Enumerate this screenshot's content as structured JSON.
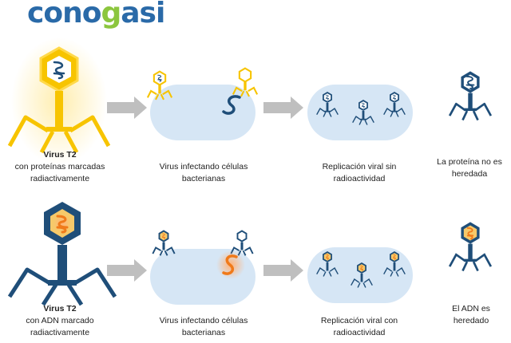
{
  "brand": {
    "name_part1": "cono",
    "name_part2": "g",
    "name_part3": "asi"
  },
  "colors": {
    "phage": "#1f4e79",
    "label_yellow": "#f7c400",
    "label_orange": "#f07a1a",
    "cell": "#d6e6f5",
    "arrow": "#bfbfbf"
  },
  "row1": {
    "virus_title": "Virus T2",
    "virus_desc": "con proteínas marcadas radiactivamente",
    "step2": "Virus infectando células bacterianas",
    "step3": "Replicación viral sin radioactividad",
    "step4": "La proteína no es heredada"
  },
  "row2": {
    "virus_title": "Virus T2",
    "virus_desc": "con ADN marcado radiactivamente",
    "step2": "Virus infectando células bacterianas",
    "step3": "Replicación viral con radioactividad",
    "step4": "El ADN es heredado"
  }
}
